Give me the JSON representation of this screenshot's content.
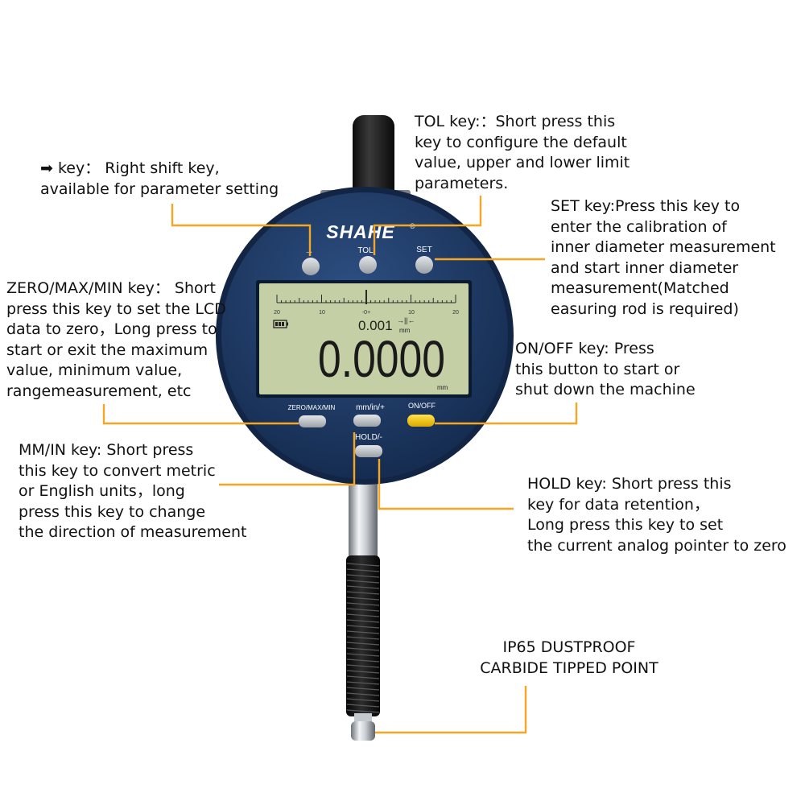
{
  "brand": {
    "name": "SHAHE",
    "registered_mark": "®"
  },
  "device": {
    "top_buttons": {
      "shift_symbol": "→",
      "tol": "TOL",
      "set": "SET"
    },
    "bottom_buttons": {
      "zero_max_min": "ZERO/MAX/MIN",
      "mm_in": "mm/in/+",
      "on_off": "ON/OFF",
      "hold": "HOLD/-"
    },
    "display": {
      "scale_ticks": [
        "20",
        "10",
        "-0+",
        "10",
        "20"
      ],
      "resolution": "0.001",
      "resolution_unit": "mm",
      "tolerance_symbol": "→||←",
      "reading": "0.0000",
      "reading_unit": "mm"
    }
  },
  "callouts": {
    "shift_key": [
      "➡ key： Right shift key,",
      "available for parameter setting"
    ],
    "tol_key": [
      "TOL key:：Short press this",
      "key to configure the default",
      "value, upper and lower limit",
      "parameters."
    ],
    "set_key": [
      "SET key:Press this key to",
      "enter the calibration of",
      "inner diameter measurement",
      "and start inner diameter",
      "measurement(Matched",
      "easuring rod is required)"
    ],
    "zero_key": [
      "ZERO/MAX/MIN key： Short",
      "press this key to set the LCD",
      "data to zero，Long press to",
      "start or exit the maximum",
      "value, minimum value,",
      "rangemeasurement, etc"
    ],
    "onoff_key": [
      "ON/OFF key: Press",
      "this button to start or",
      "shut down the machine"
    ],
    "mmin_key": [
      "MM/IN key: Short press",
      "this key to convert metric",
      "or English units，long",
      "press this key to change",
      "the direction of measurement"
    ],
    "hold_key": [
      "HOLD key: Short press this",
      "key for data retention，",
      "Long press this key to set",
      "the current analog pointer to zero"
    ],
    "tip": [
      "IP65 DUSTPROOF",
      "CARBIDE TIPPED POINT"
    ]
  },
  "colors": {
    "callout_line": "#f5a623",
    "dial_blue": "#1e3a66",
    "lcd_green": "#c5cfa6",
    "onoff_button": "#f2c511",
    "button_gray": "#c8ccd0"
  }
}
